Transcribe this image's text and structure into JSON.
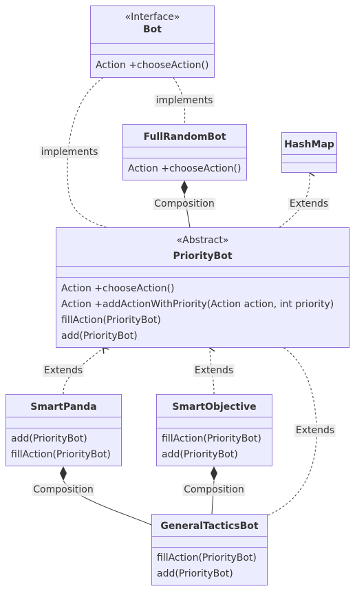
{
  "classes": {
    "bot": {
      "stereotype": "«Interface»",
      "name": "Bot",
      "methods": [
        "Action +chooseAction()"
      ]
    },
    "fullrandom": {
      "name": "FullRandomBot",
      "methods": [
        "Action +chooseAction()"
      ]
    },
    "hashmap": {
      "name": "HashMap"
    },
    "priority": {
      "stereotype": "«Abstract»",
      "name": "PriorityBot",
      "methods": [
        "Action +chooseAction()",
        "Action +addActionWithPriority(Action action, int priority)",
        "fillAction(PriorityBot)",
        "add(PriorityBot)"
      ]
    },
    "smartpanda": {
      "name": "SmartPanda",
      "methods": [
        "add(PriorityBot)",
        "fillAction(PriorityBot)"
      ]
    },
    "smartobjective": {
      "name": "SmartObjective",
      "methods": [
        "fillAction(PriorityBot)",
        "add(PriorityBot)"
      ]
    },
    "generaltactics": {
      "name": "GeneralTacticsBot",
      "methods": [
        "fillAction(PriorityBot)",
        "add(PriorityBot)"
      ]
    }
  },
  "edges": {
    "impl_fullrandom": "implements",
    "impl_priority": "implements",
    "comp_fullrandom": "Composition",
    "ext_hashmap": "Extends",
    "ext_smartpanda": "Extends",
    "ext_smartobjective": "Extends",
    "ext_generaltactics": "Extends",
    "comp_smartpanda": "Composition",
    "comp_smartobjective": "Composition"
  },
  "colors": {
    "node_fill": "#ECECFF",
    "node_border": "#9370DB",
    "line": "#333333",
    "label_bg": "#E8E8E8"
  }
}
